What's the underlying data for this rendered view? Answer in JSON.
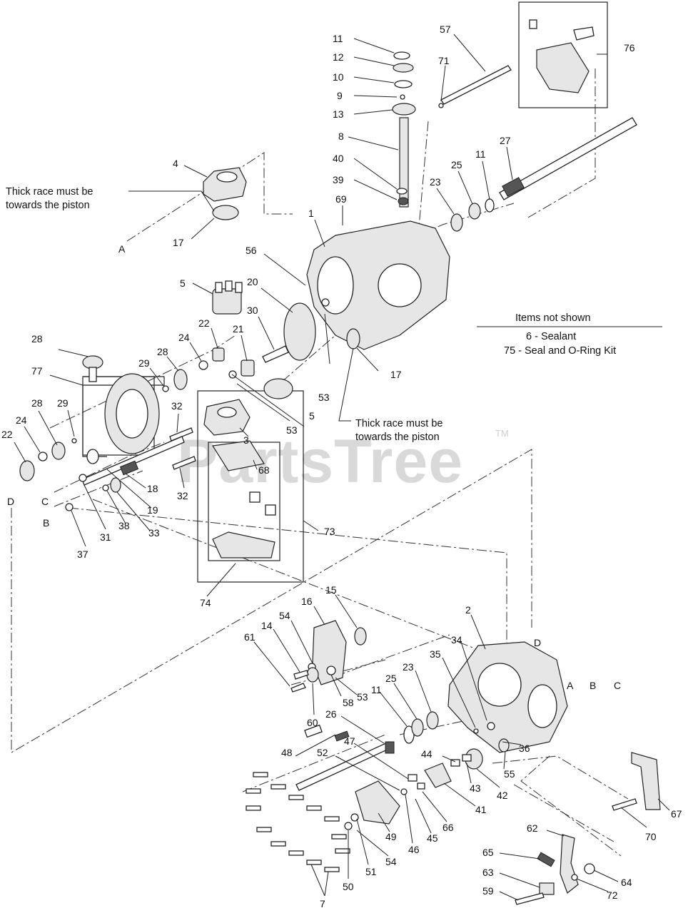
{
  "watermark": {
    "brand": "PartsTree",
    "tm": "TM"
  },
  "notes": {
    "race_top": [
      "Thick race must be",
      "towards the piston"
    ],
    "race_mid": [
      "Thick race must be",
      "towards the piston"
    ]
  },
  "not_shown": {
    "heading": "Items not shown",
    "items": [
      "6 - Sealant",
      "75 - Seal and O-Ring Kit"
    ]
  },
  "connectors": {
    "A": "A",
    "B": "B",
    "C": "C",
    "D": "D"
  },
  "callouts": [
    "11",
    "12",
    "10",
    "9",
    "13",
    "8",
    "40",
    "39",
    "69",
    "57",
    "71",
    "76",
    "27",
    "11",
    "25",
    "23",
    "4",
    "17",
    "1",
    "56",
    "5",
    "20",
    "30",
    "22",
    "24",
    "21",
    "28",
    "29",
    "77",
    "28",
    "29",
    "24",
    "22",
    "28",
    "32",
    "53",
    "3",
    "5",
    "53",
    "17",
    "68",
    "18",
    "19",
    "32",
    "31",
    "38",
    "33",
    "37",
    "73",
    "74",
    "16",
    "15",
    "54",
    "14",
    "61",
    "58",
    "53",
    "60",
    "2",
    "34",
    "35",
    "23",
    "25",
    "11",
    "26",
    "36",
    "47",
    "52",
    "44",
    "48",
    "55",
    "43",
    "42",
    "41",
    "66",
    "45",
    "46",
    "49",
    "54",
    "51",
    "50",
    "7",
    "62",
    "65",
    "63",
    "59",
    "64",
    "72",
    "67",
    "70"
  ]
}
